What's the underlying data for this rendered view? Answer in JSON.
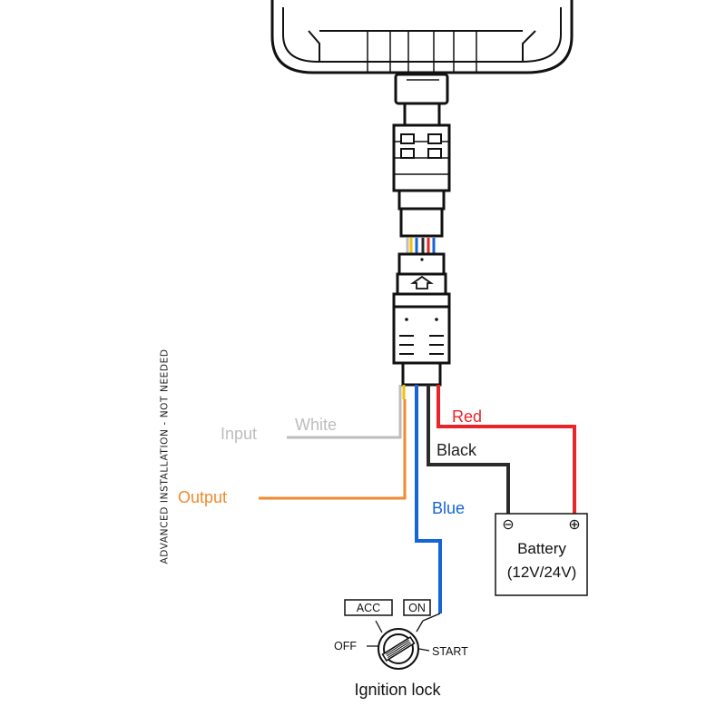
{
  "wires": {
    "red": "Red",
    "black": "Black",
    "blue": "Blue",
    "white": "White",
    "input": "Input",
    "output": "Output"
  },
  "battery": {
    "name": "Battery",
    "voltage": "(12V/24V)",
    "minus": "⊖",
    "plus": "⊕"
  },
  "ignition": {
    "acc": "ACC",
    "on": "ON",
    "off": "OFF",
    "start": "START",
    "title": "Ignition lock"
  },
  "advanced_note": "ADVANCED INSTALLATION - NOT NEEDED",
  "colors": {
    "red": "#e8262a",
    "black": "#2b2b2b",
    "blue": "#1565d8",
    "orange": "#f08a2c",
    "white_wire": "#bdbdbd",
    "yellow": "#f2c200"
  }
}
